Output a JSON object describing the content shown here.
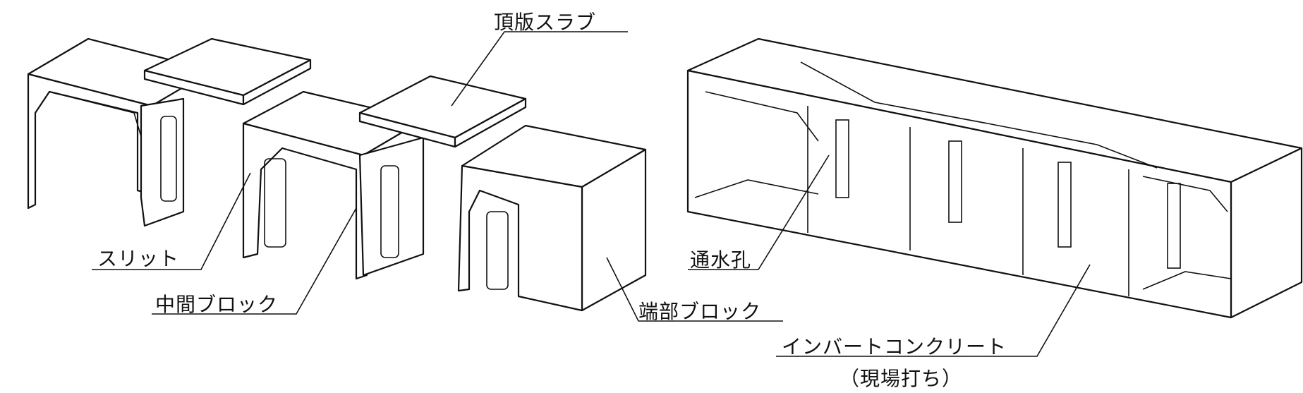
{
  "labels": {
    "top_slab": "頂版スラブ",
    "slit": "スリット",
    "middle_block": "中間ブロック",
    "end_block": "端部ブロック",
    "water_hole": "通水孔",
    "invert_concrete": "インバートコンクリート",
    "cast_in_place": "（現場打ち）"
  }
}
